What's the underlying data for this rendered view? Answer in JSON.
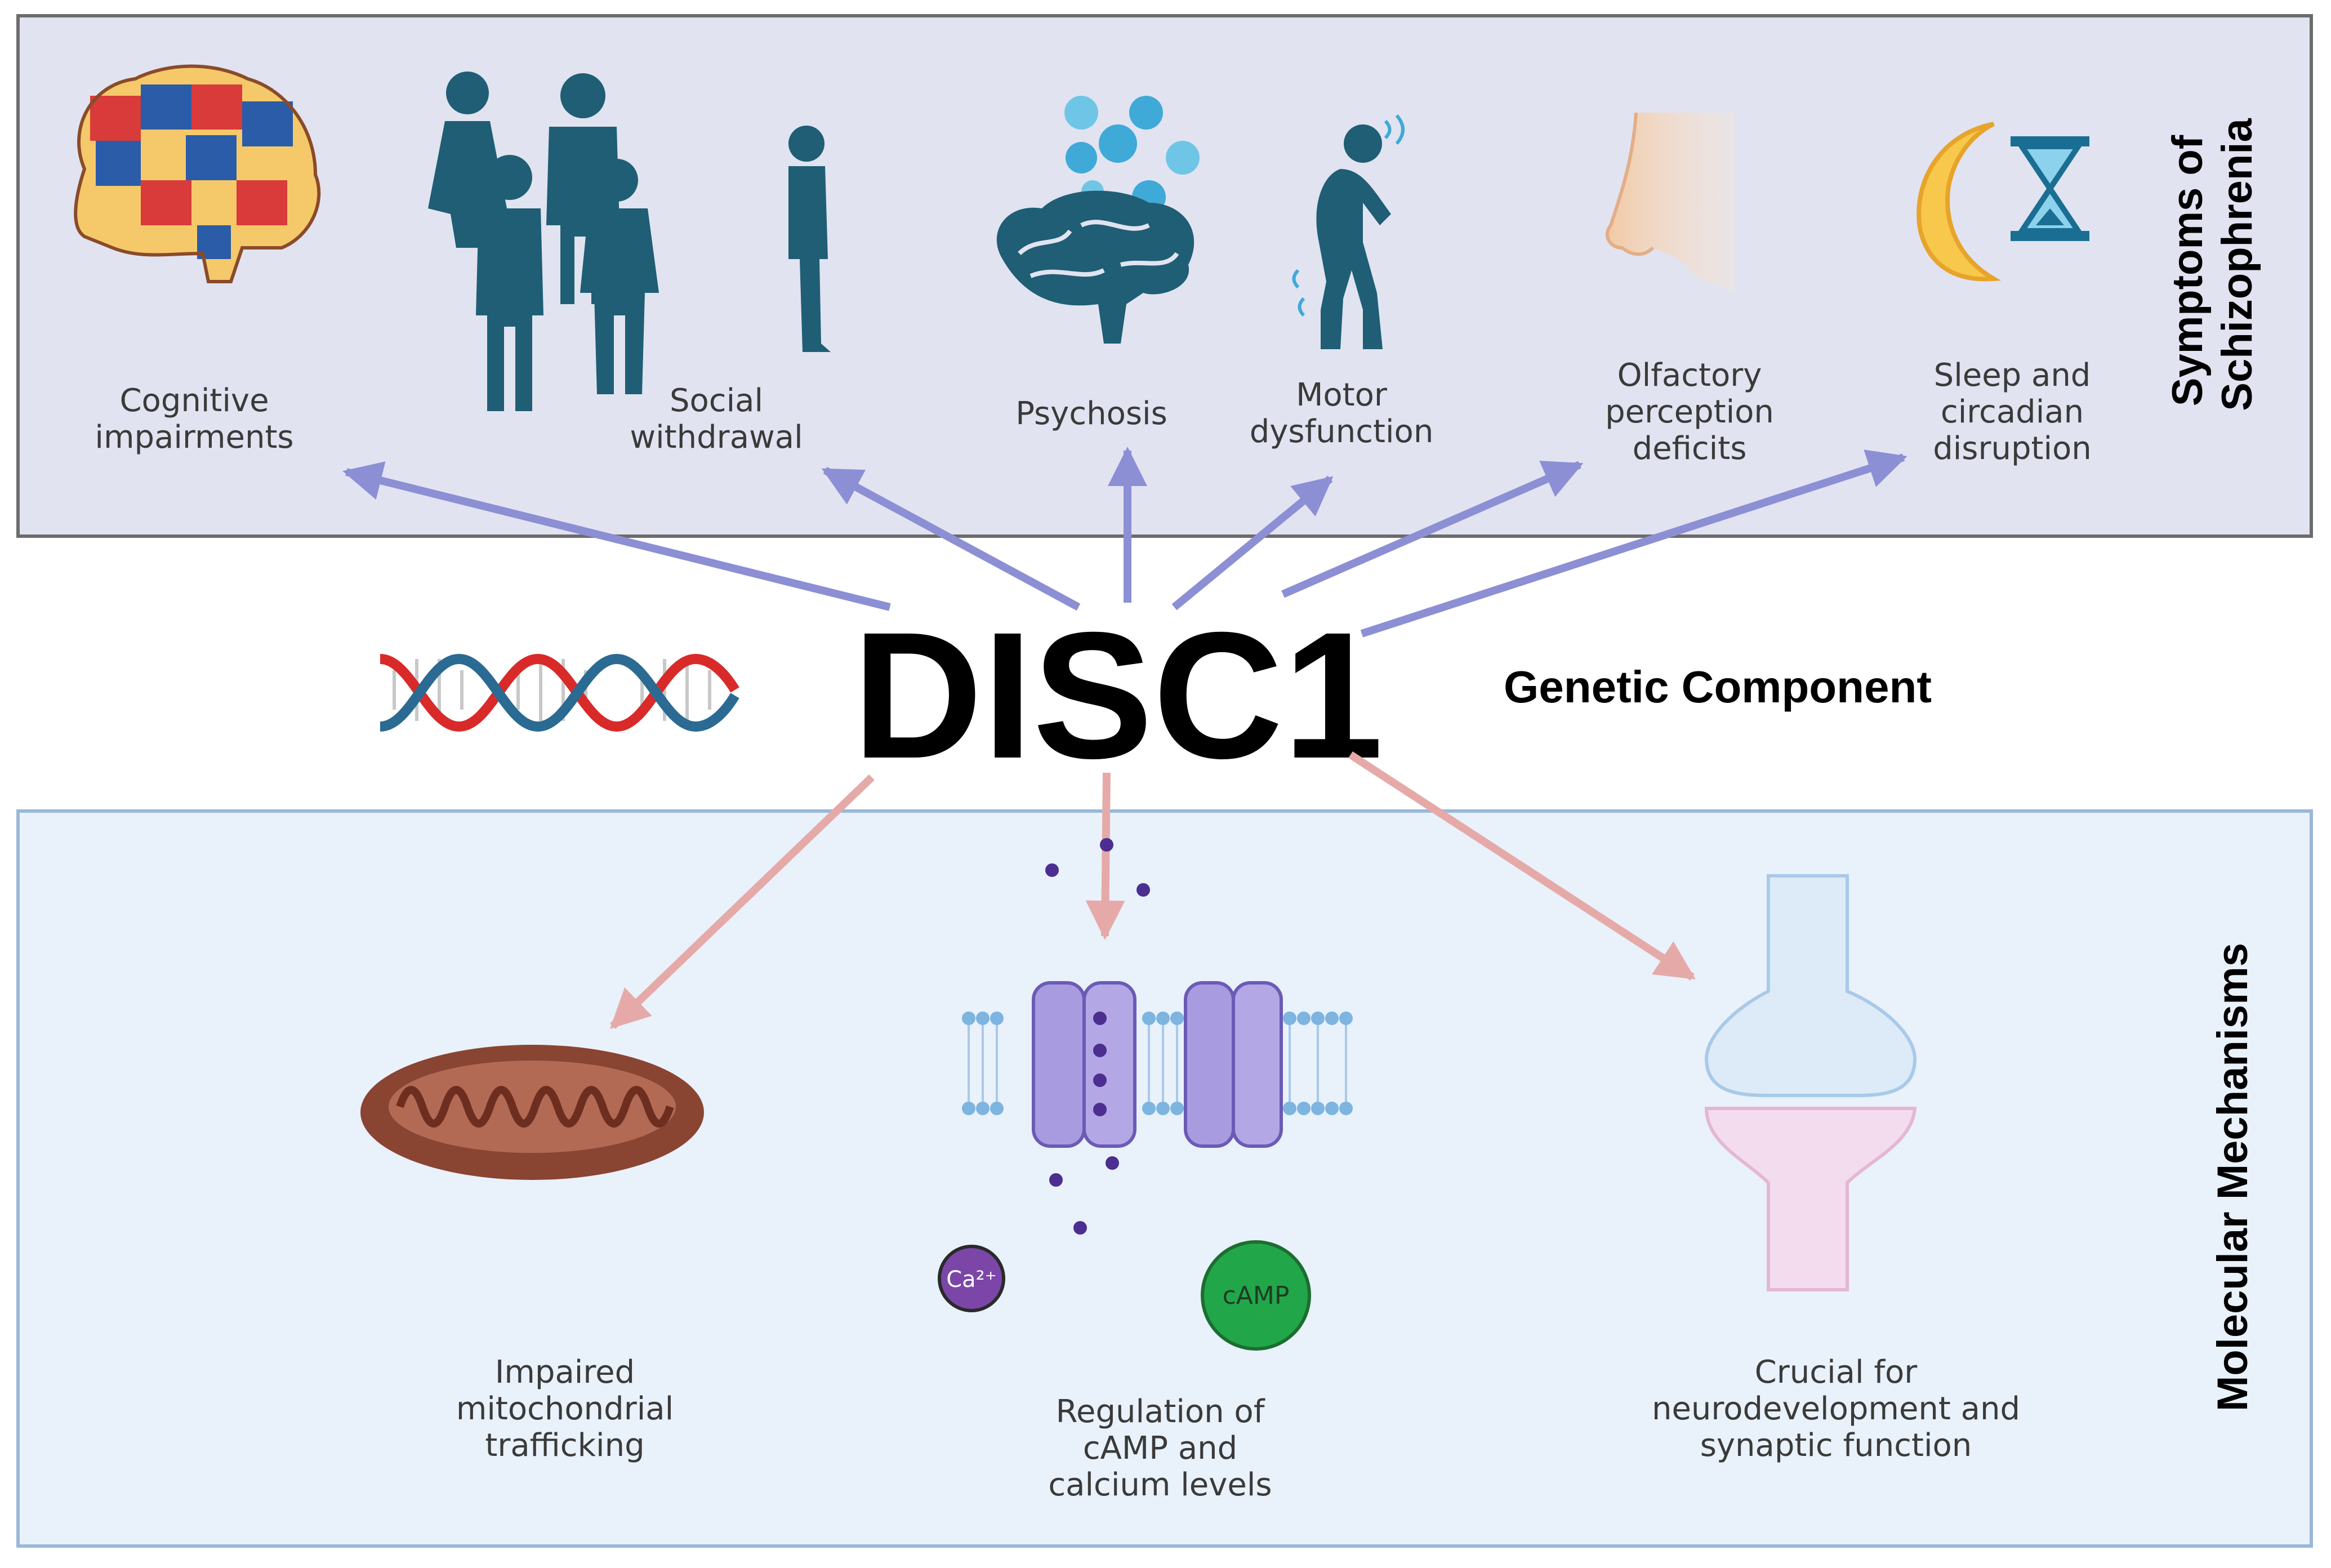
{
  "center": {
    "gene": "DISC1",
    "component": "Genetic Component"
  },
  "symptoms_panel": {
    "title_line1": "Symptoms of",
    "title_line2": "Schizophrenia",
    "items": [
      {
        "lines": [
          "Cognitive",
          "impairments"
        ],
        "icon": "puzzle-brain-icon"
      },
      {
        "lines": [
          "Social",
          "withdrawal"
        ],
        "icon": "people-group-icon"
      },
      {
        "lines": [
          "Psychosis"
        ],
        "icon": "brain-bubbles-icon"
      },
      {
        "lines": [
          "Motor",
          "dysfunction"
        ],
        "icon": "trembling-person-icon"
      },
      {
        "lines": [
          "Olfactory",
          "perception",
          "deficits"
        ],
        "icon": "nose-icon"
      },
      {
        "lines": [
          "Sleep and",
          "circadian",
          "disruption"
        ],
        "icon": "moon-hourglass-icon"
      }
    ]
  },
  "mechanisms_panel": {
    "title": "Molecular Mechanisms",
    "items": [
      {
        "lines": [
          "Impaired",
          "mitochondrial",
          "trafficking"
        ],
        "icon": "mitochondrion-icon"
      },
      {
        "lines": [
          "Regulation of",
          "cAMP and",
          "calcium levels"
        ],
        "icon": "ion-channel-icon"
      },
      {
        "lines": [
          "Crucial for",
          "neurodevelopment and",
          "synaptic function"
        ],
        "icon": "synapse-icon"
      }
    ],
    "ion_labels": {
      "calcium": "Ca²⁺",
      "camp": "cAMP"
    }
  },
  "colors": {
    "symptom_arrow": "#8c8fd4",
    "mechanism_arrow": "#e5aaa8",
    "top_panel_fill": "#e1e3f1",
    "bottom_panel_fill": "#e9f1fb",
    "dna_red": "#d92a2a",
    "dna_blue": "#2a6a93",
    "icon_teal": "#1f5e74"
  }
}
